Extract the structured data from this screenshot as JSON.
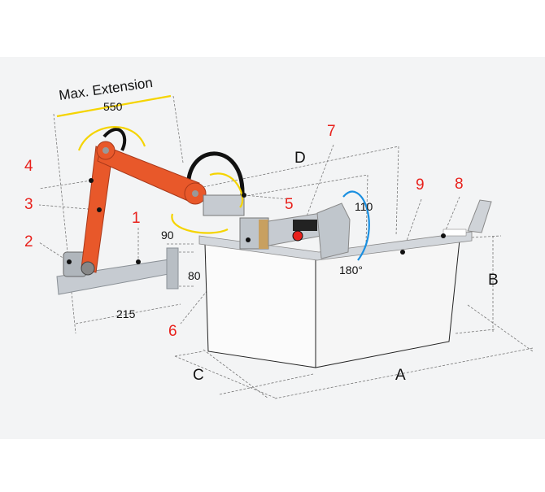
{
  "title": "Max. Extension",
  "dimensions": {
    "max_extension": "550",
    "d_label": "D",
    "height_110": "110",
    "rotation": "180°",
    "bracket_90": "90",
    "bracket_80": "80",
    "base_215": "215",
    "a_label": "A",
    "b_label": "B",
    "c_label": "C"
  },
  "parts": [
    "1",
    "2",
    "3",
    "4",
    "5",
    "6",
    "7",
    "8",
    "9"
  ],
  "colors": {
    "arm": "#e8582a",
    "callout": "#e8211c",
    "arrow_yellow": "#f5d400",
    "arrow_blue": "#1a8fe0",
    "metal": "#c9ced4"
  }
}
